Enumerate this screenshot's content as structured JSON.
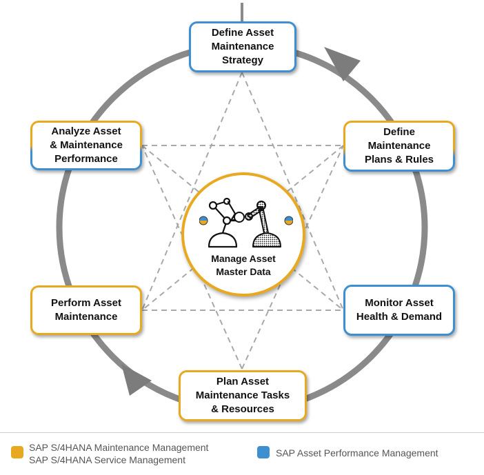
{
  "diagram": {
    "center": {
      "label": "Manage Asset\nMaster Data",
      "icon": "robot-arms-icon"
    },
    "nodes": {
      "top": "Define Asset\nMaintenance\nStrategy",
      "upper_right": "Define\nMaintenance\nPlans & Rules",
      "lower_right": "Monitor Asset\nHealth & Demand",
      "bottom": "Plan Asset\nMaintenance Tasks\n& Resources",
      "lower_left": "Perform Asset\nMaintenance",
      "upper_left": "Analyze Asset\n& Maintenance\nPerformance"
    }
  },
  "legend": {
    "gold_line1": "SAP S/4HANA Maintenance Management",
    "gold_line2": "SAP S/4HANA Service Management",
    "blue": "SAP Asset Performance Management"
  },
  "colors": {
    "gold": "#e8a81f",
    "blue": "#3d8fd1",
    "ring": "#8a8a8a",
    "dash": "#a8a8a8"
  }
}
